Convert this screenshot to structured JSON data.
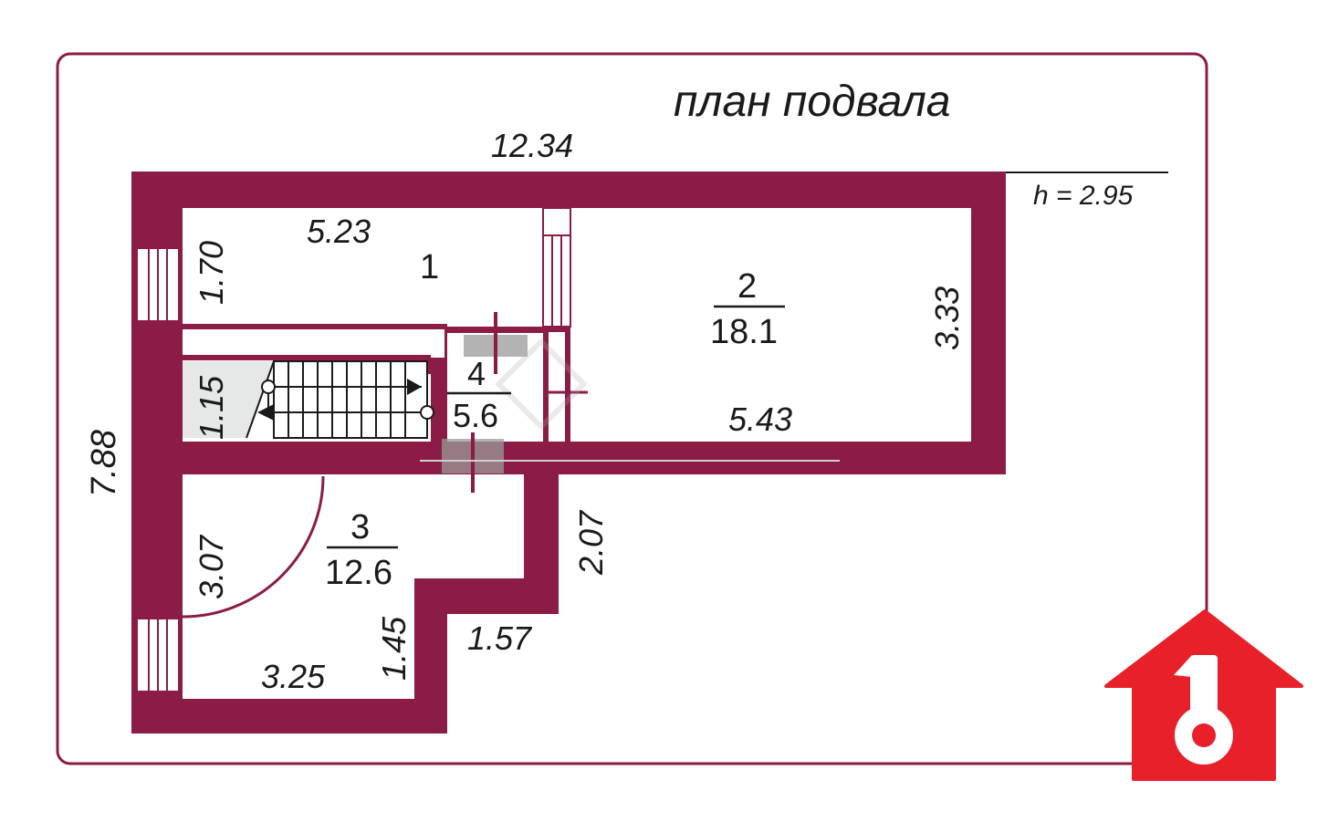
{
  "title": "план подвала",
  "height_label": "h = 2.95",
  "colors": {
    "wall": "#8b1c45",
    "frame": "#8b1c45",
    "logo": "#e8202a"
  },
  "dimensions": {
    "overall_width": "12.34",
    "overall_depth": "7.88",
    "room1_length": "5.23",
    "room1_width": "1.70",
    "stair_width": "1.15",
    "room2_depth": "3.33",
    "room2_length": "5.43",
    "room3_left": "3.07",
    "room3_right": "2.07",
    "room3_bottom": "3.25",
    "step_height": "1.45",
    "step_length": "1.57"
  },
  "rooms": [
    {
      "number": "1",
      "area": ""
    },
    {
      "number": "2",
      "area": "18.1"
    },
    {
      "number": "3",
      "area": "12.6"
    },
    {
      "number": "4",
      "area": "5.6"
    }
  ],
  "logo_icon": "house-key-icon"
}
